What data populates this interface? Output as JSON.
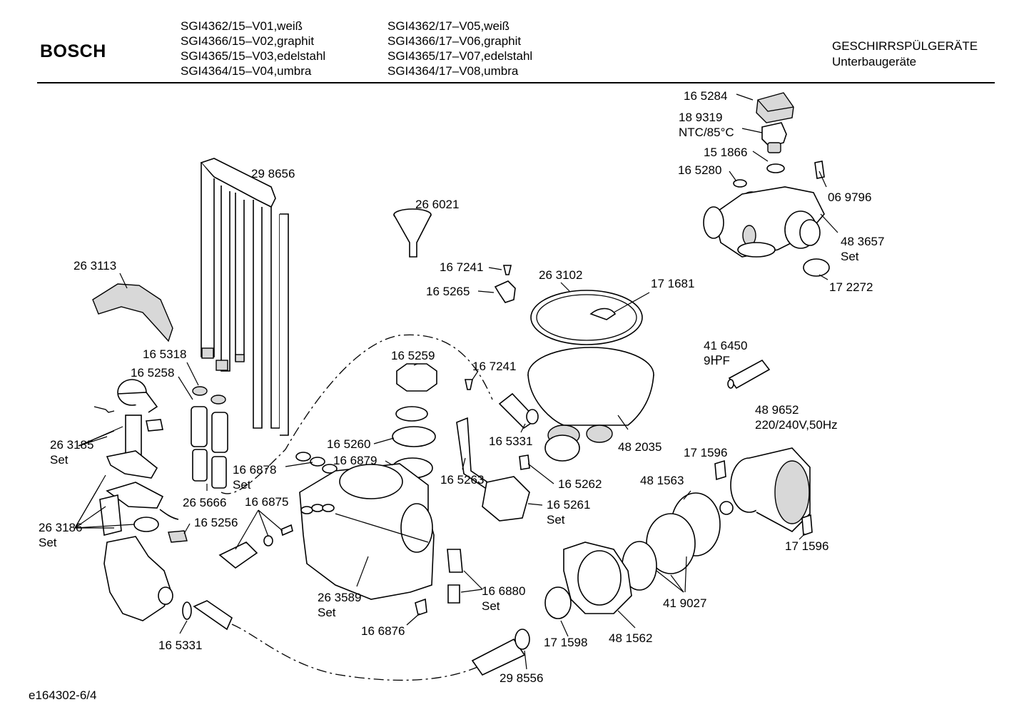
{
  "header": {
    "brand": "BOSCH",
    "models_left": [
      "SGI4362/15–V01,weiß",
      "SGI4366/15–V02,graphit",
      "SGI4365/15–V03,edelstahl",
      "SGI4364/15–V04,umbra"
    ],
    "models_right": [
      "SGI4362/17–V05,weiß",
      "SGI4366/17–V06,graphit",
      "SGI4365/17–V07,edelstahl",
      "SGI4364/17–V08,umbra"
    ],
    "category": "GESCHIRRSPÜLGERÄTE",
    "subcategory": "Unterbaugeräte"
  },
  "footer": {
    "doc_ref": "e164302-6/4"
  },
  "parts": [
    {
      "number": "16 5284"
    },
    {
      "number": "18 9319",
      "note": "NTC/85°C"
    },
    {
      "number": "15 1866"
    },
    {
      "number": "16 5280"
    },
    {
      "number": "06 9796"
    },
    {
      "number": "48 3657",
      "note": "Set"
    },
    {
      "number": "17 2272"
    },
    {
      "number": "29 8656"
    },
    {
      "number": "26 6021"
    },
    {
      "number": "16 7241"
    },
    {
      "number": "16 5265"
    },
    {
      "number": "26 3102"
    },
    {
      "number": "17 1681"
    },
    {
      "number": "26 3113"
    },
    {
      "number": "41 6450",
      "note": "9㏋F"
    },
    {
      "number": "16 5318"
    },
    {
      "number": "16 5258"
    },
    {
      "number": "16 5259"
    },
    {
      "number": "16 7241"
    },
    {
      "number": "26 3185",
      "note": "Set"
    },
    {
      "number": "16 5331"
    },
    {
      "number": "48 2035"
    },
    {
      "number": "48 9652",
      "note": "220/240V,50Hz"
    },
    {
      "number": "16 5260"
    },
    {
      "number": "16 6879"
    },
    {
      "number": "16 6878",
      "note": "Set"
    },
    {
      "number": "17 1596"
    },
    {
      "number": "16 5263"
    },
    {
      "number": "16 5262"
    },
    {
      "number": "48 1563"
    },
    {
      "number": "26 5666"
    },
    {
      "number": "16 6875"
    },
    {
      "number": "16 5261",
      "note": "Set"
    },
    {
      "number": "26 3186",
      "note": "Set"
    },
    {
      "number": "16 5256"
    },
    {
      "number": "17 1596"
    },
    {
      "number": "26 3589",
      "note": "Set"
    },
    {
      "number": "16 6880",
      "note": "Set"
    },
    {
      "number": "41 9027"
    },
    {
      "number": "16 6876"
    },
    {
      "number": "16 5331"
    },
    {
      "number": "17 1598"
    },
    {
      "number": "48 1562"
    },
    {
      "number": "29 8556"
    }
  ]
}
